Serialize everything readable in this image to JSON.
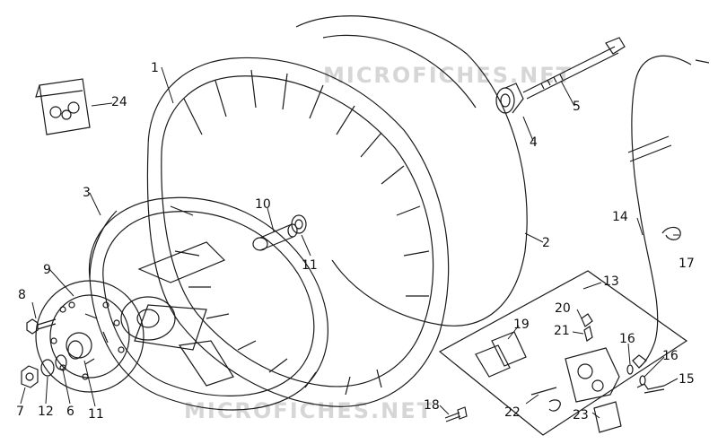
{
  "watermark_text": "MICROFICHES.NET",
  "colors": {
    "line": "#1a1a1a",
    "watermark": "#d6d6d6",
    "background": "#ffffff"
  },
  "callouts": {
    "c1": "1",
    "c2": "2",
    "c3": "3",
    "c4": "4",
    "c5": "5",
    "c6": "6",
    "c7": "7",
    "c8": "8",
    "c9": "9",
    "c10": "10",
    "c11a": "11",
    "c11b": "11",
    "c12": "12",
    "c13": "13",
    "c14": "14",
    "c15": "15",
    "c16a": "16",
    "c16b": "16",
    "c17": "17",
    "c18": "18",
    "c19": "19",
    "c20": "20",
    "c21": "21",
    "c22": "22",
    "c23": "23",
    "c24": "24"
  }
}
